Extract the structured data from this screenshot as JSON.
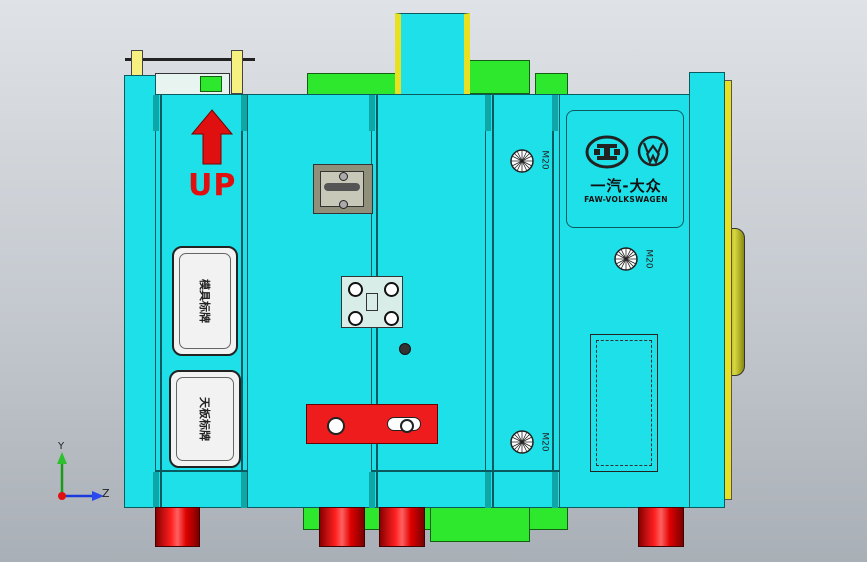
{
  "labels": {
    "up": "UP",
    "plate_top": "模具标牌",
    "plate_bottom": "天板标牌",
    "m20_a": "M20",
    "m20_b": "M20",
    "m20_c": "M20",
    "brand_cn": "一汽-大众",
    "brand_en": "FAW-VOLKSWAGEN"
  },
  "axes": {
    "y": "Y",
    "z": "Z"
  },
  "colors": {
    "mold_body": "#1ee0e8",
    "green_parts": "#2ee82e",
    "red_cylinders": "#ff2020",
    "up_arrow": "#e01010",
    "yellow_edge": "#e8e020",
    "background": "#c4c9cf"
  },
  "icons": [
    "up-arrow-icon",
    "faw-logo-icon",
    "vw-logo-icon",
    "axis-triad-icon",
    "screw-icon"
  ]
}
